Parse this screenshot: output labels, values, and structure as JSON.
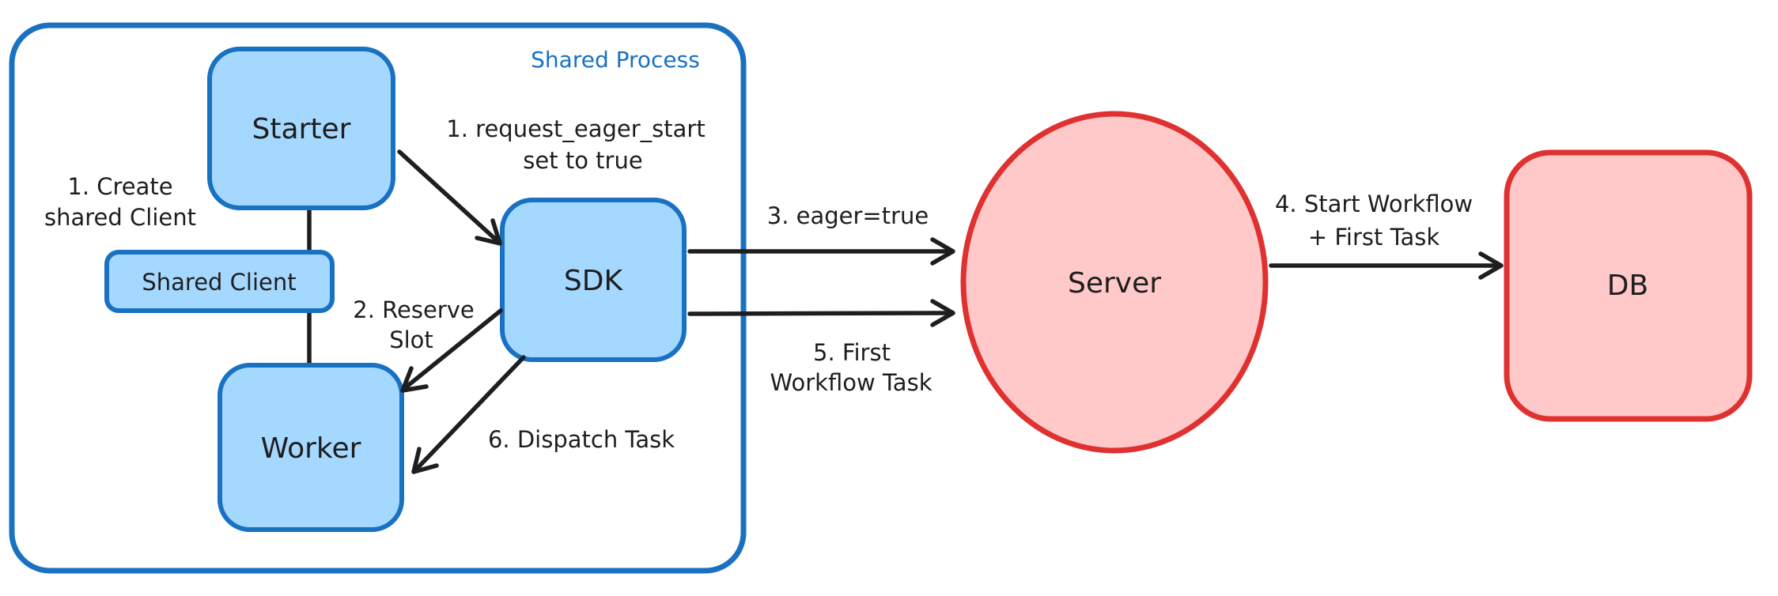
{
  "diagram": {
    "container": {
      "label": "Shared Process"
    },
    "nodes": {
      "starter": {
        "label": "Starter"
      },
      "shared_client": {
        "label": "Shared Client"
      },
      "worker": {
        "label": "Worker"
      },
      "sdk": {
        "label": "SDK"
      },
      "server": {
        "label": "Server"
      },
      "db": {
        "label": "DB"
      }
    },
    "annotations": {
      "create_shared_client": {
        "line1": "1. Create",
        "line2": "shared Client"
      },
      "request_eager_start": {
        "line1": "1. request_eager_start",
        "line2": "set to true"
      },
      "reserve_slot": {
        "line1": "2. Reserve",
        "line2": "Slot"
      },
      "eager_true": {
        "line1": "3. eager=true"
      },
      "start_workflow": {
        "line1": "4. Start Workflow",
        "line2": "+ First Task"
      },
      "first_workflow_task": {
        "line1": "5. First",
        "line2": "Workflow Task"
      },
      "dispatch_task": {
        "line1": "6. Dispatch Task"
      }
    },
    "colors": {
      "blue_fill": "#a5d8ff",
      "blue_stroke": "#1971c2",
      "blue_text": "#1971c2",
      "red_fill": "#ffc9c9",
      "red_stroke": "#e03131",
      "ink": "#1e1e1e",
      "background": "#ffffff"
    }
  }
}
